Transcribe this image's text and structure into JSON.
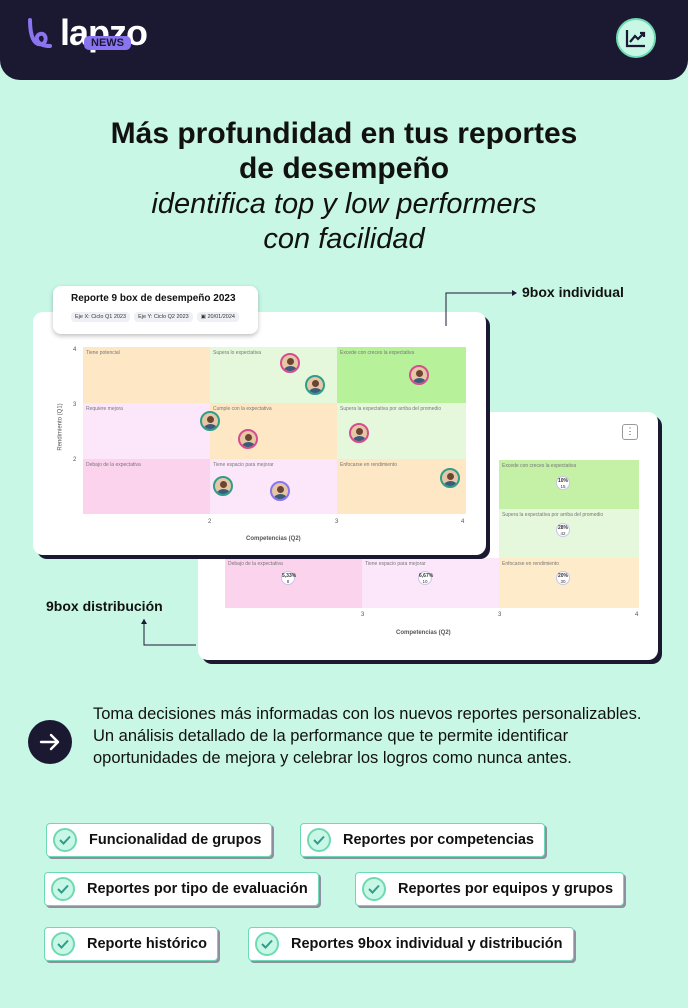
{
  "brand": {
    "name": "lapzo",
    "badge": "NEWS"
  },
  "headline": {
    "title_line1": "Más profundidad en tus reportes",
    "title_line2": "de desempeño",
    "subtitle_line1": "identifica top y low performers",
    "subtitle_line2": "con facilidad"
  },
  "preview": {
    "individual_label": "9box individual",
    "distribution_label": "9box distribución",
    "report_title": "Reporte 9 box de desempeño 2023",
    "pills": [
      "Eje X: Ciclo Q1 2023",
      "Eje Y: Ciclo Q2 2023",
      "20/01/2024"
    ],
    "front_y_label": "Rendimiento (Q1)",
    "front_x_label": "Competencias (Q2)",
    "front_y_ticks": [
      "4",
      "3",
      "2"
    ],
    "front_x_ticks": [
      "2",
      "3",
      "4"
    ],
    "front_cells": [
      "Tiene potencial",
      "Supera lo expectativa",
      "Excede con creces la expectativa",
      "Requiere mejora",
      "Cumple con la expectativa",
      "Supera la expectativa por arriba del promedio",
      "Debajo de la expectativa",
      "Tiene espacio para mejorar",
      "Enfocarse en rendimiento"
    ],
    "back_x_label": "Competencias (Q2)",
    "back_x_ticks": [
      "3",
      "3",
      "4"
    ],
    "back_cells": [
      "Excede con creces la expectativa",
      "Supera la expectativa por arriba del promedio",
      "Debajo de la expectativa",
      "Tiene espacio para mejorar",
      "Enfocarse en rendimiento"
    ],
    "dist_values": [
      {
        "pct": "10%",
        "count": "15"
      },
      {
        "pct": "28%",
        "count": "42"
      },
      {
        "pct": "5,33%",
        "count": "8"
      },
      {
        "pct": "6,67%",
        "count": "10"
      },
      {
        "pct": "20%",
        "count": "30"
      }
    ]
  },
  "description": "Toma decisiones más informadas con los nuevos reportes personalizables. Un análisis detallado de la performance que te permite identificar oportunidades de mejora y celebrar los logros como nunca antes.",
  "features": [
    "Funcionalidad de grupos",
    "Reportes por competencias",
    "Reportes por tipo de evaluación",
    "Reportes por equipos y grupos",
    "Reporte histórico",
    "Reportes 9box individual y distribución"
  ],
  "colors": {
    "header_bg": "#1b1832",
    "page_bg": "#c8f7e6",
    "accent_green": "#6fd9b4",
    "brand_purple": "#8a74f0"
  }
}
